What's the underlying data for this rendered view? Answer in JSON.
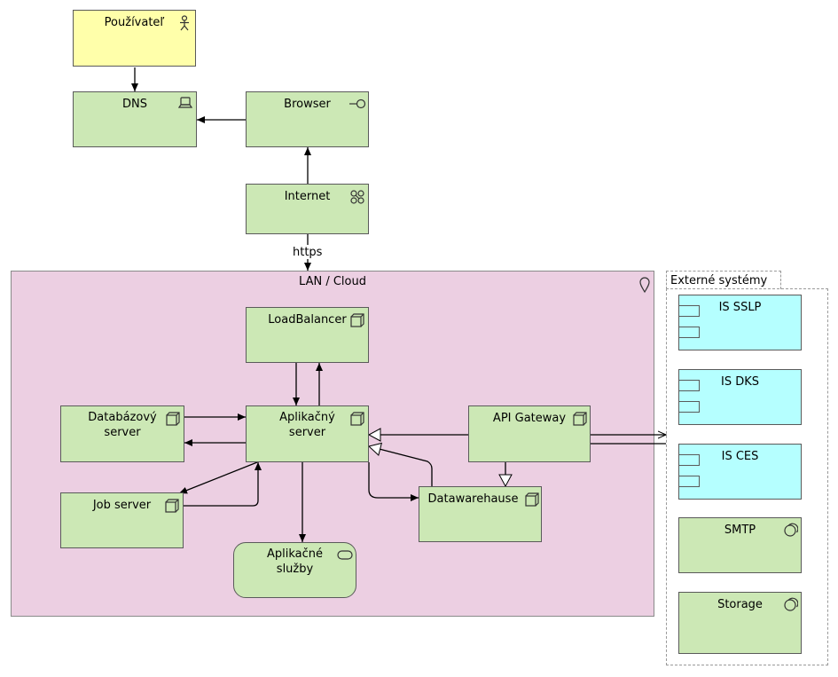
{
  "nodes": {
    "pouzivatel": "Používateľ",
    "dns": "DNS",
    "browser": "Browser",
    "internet": "Internet",
    "loadbalancer": "LoadBalancer",
    "databazovy_server": "Databázový server",
    "aplikacny_server": "Aplikačný server",
    "api_gateway": "API Gateway",
    "job_server": "Job server",
    "datawarehause": "Datawarehause",
    "aplikacne_sluzby": "Aplikačné služby",
    "is_sslp": "IS SSLP",
    "is_dks": "IS DKS",
    "is_ces": "IS CES",
    "smtp": "SMTP",
    "storage": "Storage"
  },
  "groups": {
    "lan_cloud": "LAN / Cloud",
    "externe_systemy": "Externé systémy"
  },
  "edge_labels": {
    "https": "https"
  },
  "colors": {
    "node_green": "#cce8b5",
    "actor_yellow": "#ffffaa",
    "external_cyan": "#b5ffff",
    "lan_background": "#eccfe2"
  },
  "icons": [
    "actor-icon",
    "device-icon",
    "interface-icon",
    "network-icon",
    "node-icon",
    "service-icon",
    "component-icon",
    "system-software-icon",
    "location-icon"
  ]
}
